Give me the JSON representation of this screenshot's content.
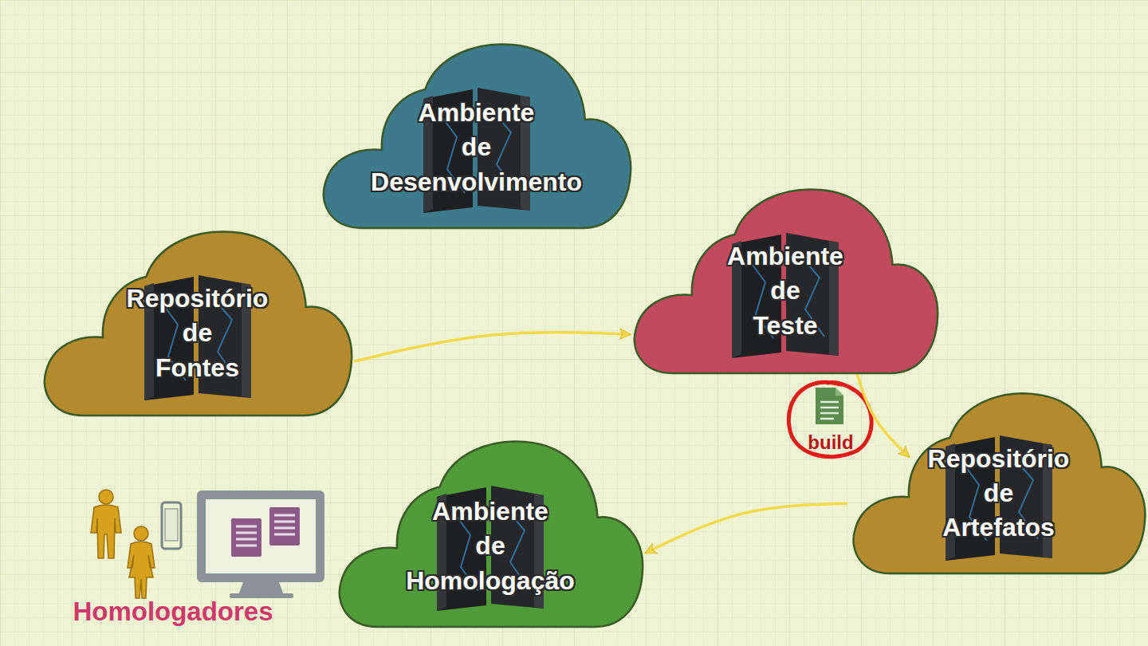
{
  "diagram": {
    "nodes": [
      {
        "text": [
          "Ambiente de Desenvolvimento"
        ]
      },
      {
        "text": [
          "Repositório de Fontes"
        ]
      },
      {
        "text": [
          "Ambiente de Teste"
        ]
      },
      {
        "text": [
          "Repositório de Artefatos"
        ]
      },
      {
        "text": [
          "Ambiente de Homologação"
        ]
      }
    ],
    "edges": [
      {
        "from": 1,
        "to": 2,
        "arrow": "to"
      },
      {
        "from": 2,
        "to": 3,
        "arrow": "to"
      },
      {
        "from": 3,
        "to": 4,
        "arrow": "to"
      }
    ],
    "labels": [
      "build",
      "Homologadores"
    ]
  }
}
